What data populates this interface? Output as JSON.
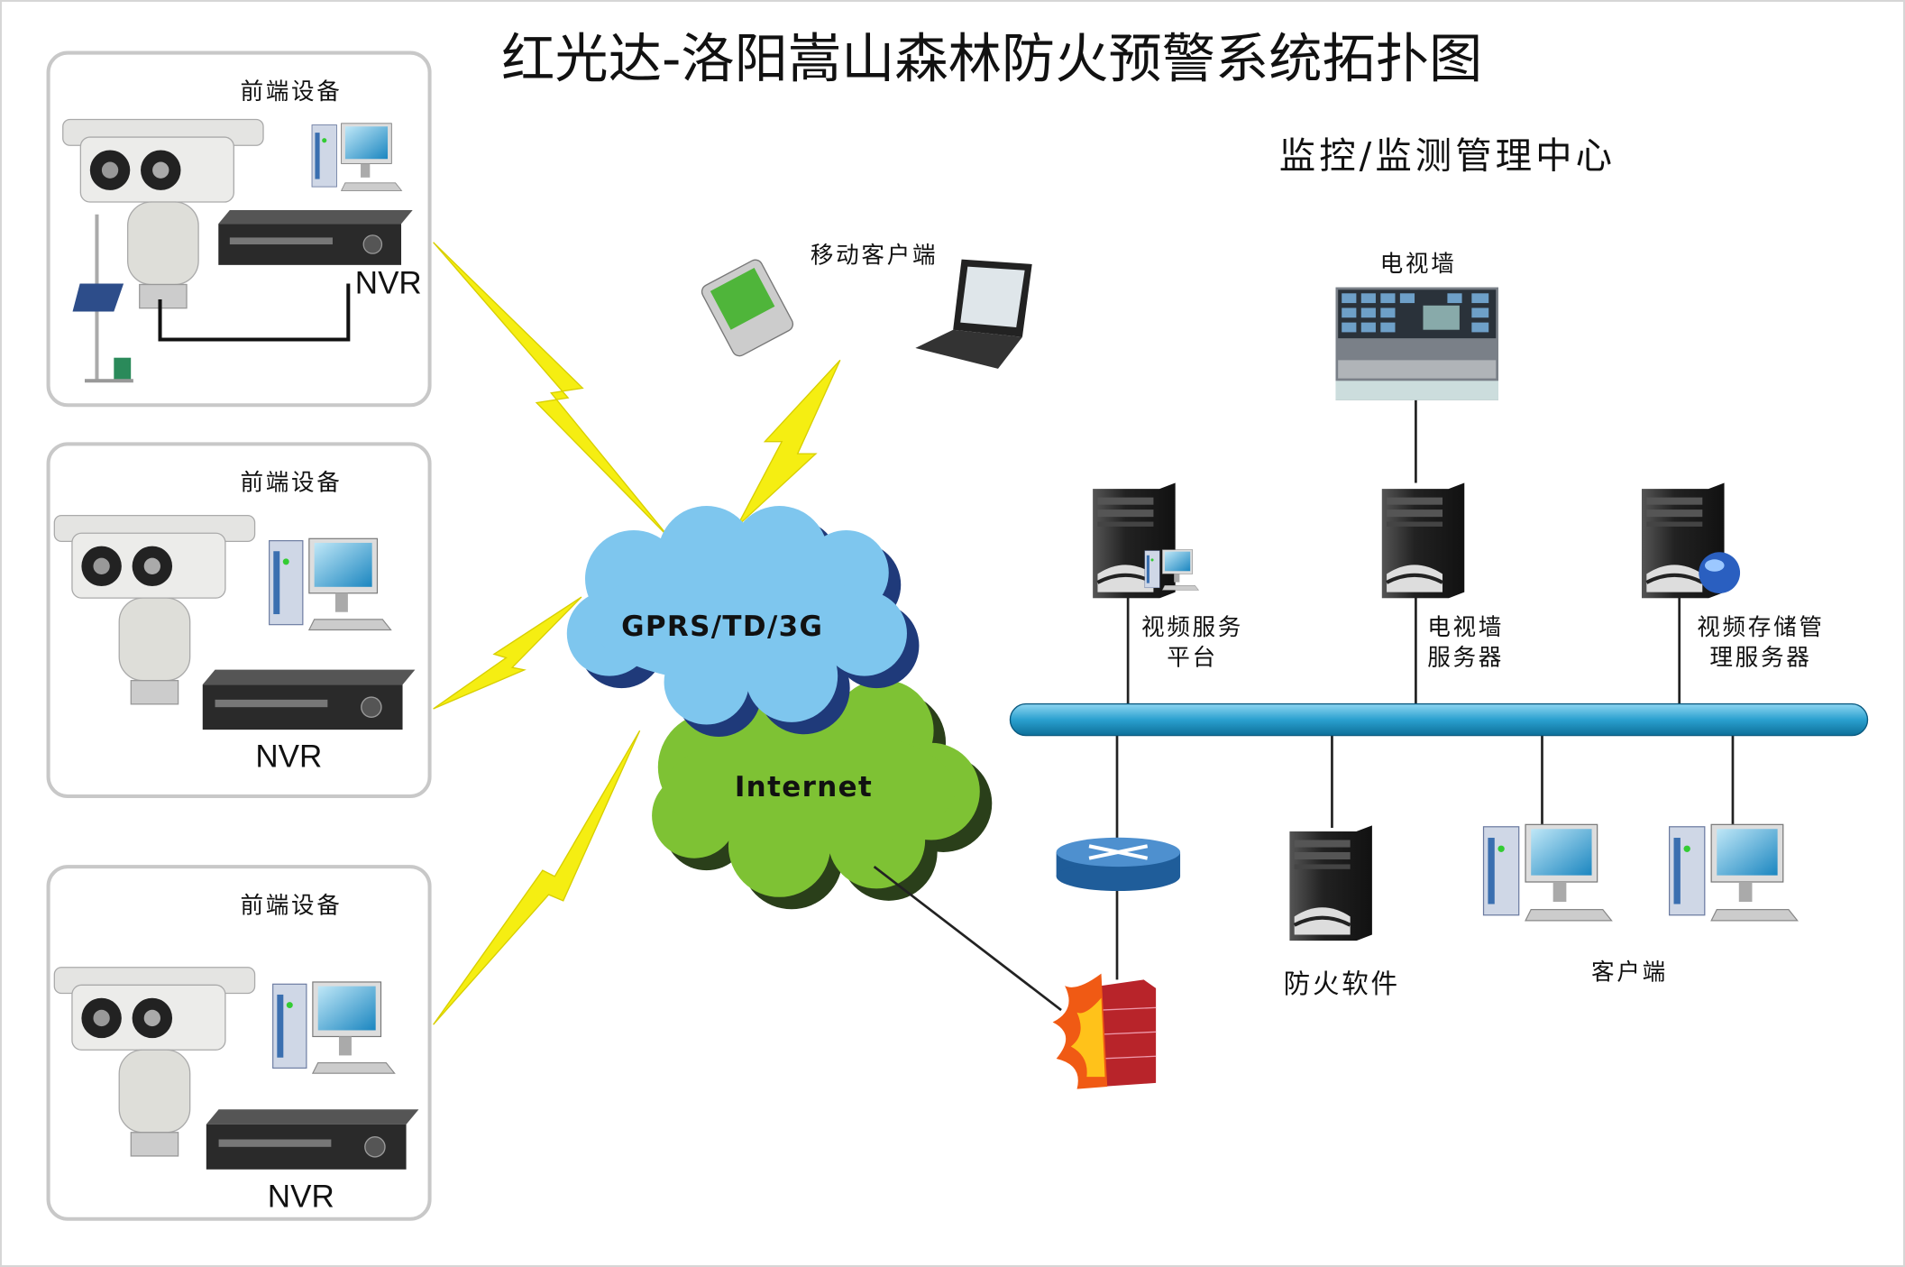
{
  "title": "红光达-洛阳嵩山森林防火预警系统拓扑图",
  "center_title": "监控/监测管理中心",
  "front_panels": [
    {
      "label": "前端设备",
      "nvr": "NVR"
    },
    {
      "label": "前端设备",
      "nvr": "NVR"
    },
    {
      "label": "前端设备",
      "nvr": "NVR"
    }
  ],
  "clouds": {
    "wireless": "GPRS/TD/3G",
    "internet": "Internet"
  },
  "mobile_client": "移动客户端",
  "tv_wall": "电视墙",
  "servers": [
    {
      "line1": "视频服务",
      "line2": "平台"
    },
    {
      "line1": "电视墙",
      "line2": "服务器"
    },
    {
      "line1": "视频存储管",
      "line2": "理服务器"
    }
  ],
  "fire_software": "防火软件",
  "client": "客户端",
  "colors": {
    "bolt": "#f5ee12",
    "bus": "#2aa0cf",
    "cloud_wireless": "#7ec6ee",
    "cloud_internet": "#7ec234",
    "panel_border": "#c8c8c8"
  }
}
